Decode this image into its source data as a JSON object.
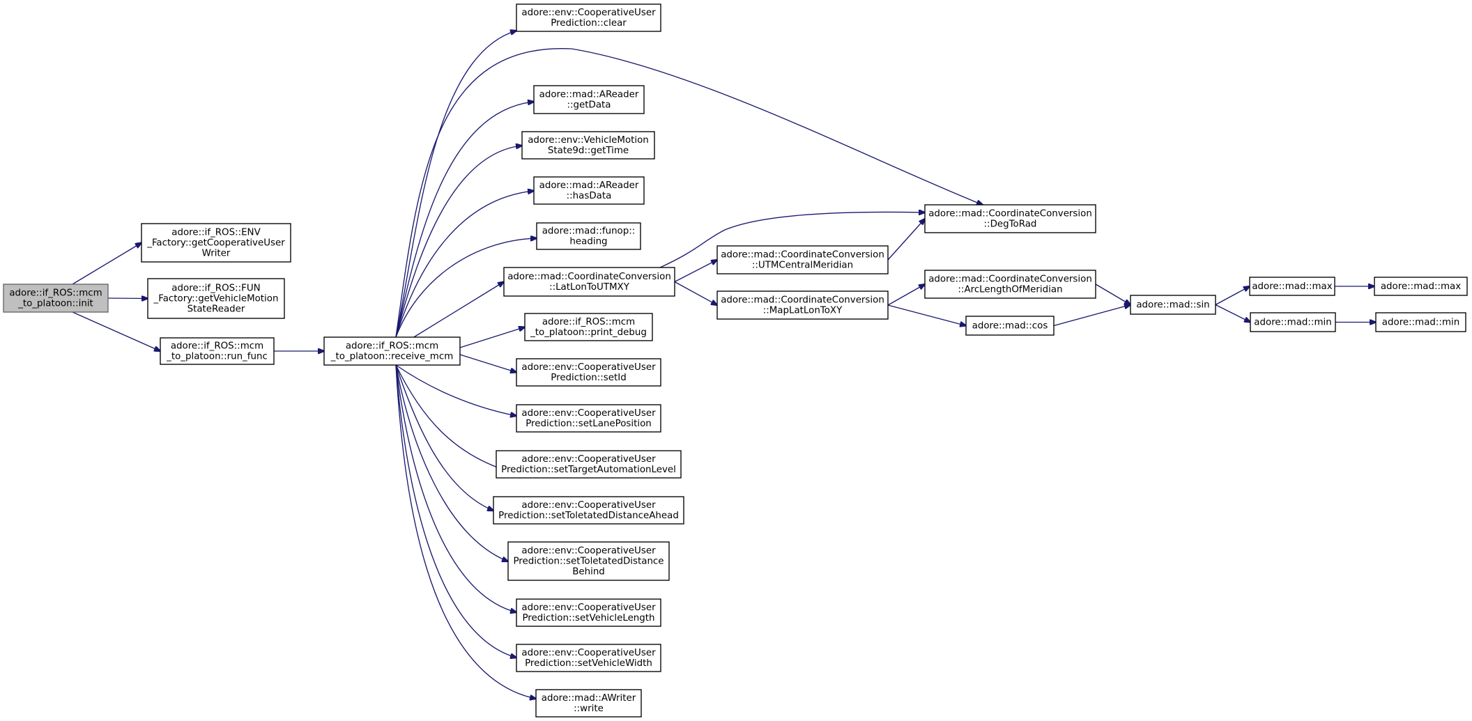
{
  "nodes": [
    {
      "id": "init",
      "lines": [
        "adore::if_ROS::mcm",
        "_to_platoon::init"
      ],
      "root": true
    },
    {
      "id": "getCooperativeUserWriter",
      "lines": [
        "adore::if_ROS::ENV",
        "_Factory::getCooperativeUser",
        "Writer"
      ]
    },
    {
      "id": "getVehicleMotionStateReader",
      "lines": [
        "adore::if_ROS::FUN",
        "_Factory::getVehicleMotion",
        "StateReader"
      ]
    },
    {
      "id": "run_func",
      "lines": [
        "adore::if_ROS::mcm",
        "_to_platoon::run_func"
      ]
    },
    {
      "id": "receive_mcm",
      "lines": [
        "adore::if_ROS::mcm",
        "_to_platoon::receive_mcm"
      ]
    },
    {
      "id": "clear",
      "lines": [
        "adore::env::CooperativeUser",
        "Prediction::clear"
      ]
    },
    {
      "id": "getData",
      "lines": [
        "adore::mad::AReader",
        "::getData"
      ]
    },
    {
      "id": "getTime",
      "lines": [
        "adore::env::VehicleMotion",
        "State9d::getTime"
      ]
    },
    {
      "id": "hasData",
      "lines": [
        "adore::mad::AReader",
        "::hasData"
      ]
    },
    {
      "id": "heading",
      "lines": [
        "adore::mad::funop::",
        "heading"
      ]
    },
    {
      "id": "LatLonToUTMXY",
      "lines": [
        "adore::mad::CoordinateConversion",
        "::LatLonToUTMXY"
      ]
    },
    {
      "id": "print_debug",
      "lines": [
        "adore::if_ROS::mcm",
        "_to_platoon::print_debug"
      ]
    },
    {
      "id": "setId",
      "lines": [
        "adore::env::CooperativeUser",
        "Prediction::setId"
      ]
    },
    {
      "id": "setLanePosition",
      "lines": [
        "adore::env::CooperativeUser",
        "Prediction::setLanePosition"
      ]
    },
    {
      "id": "setTargetAutomationLevel",
      "lines": [
        "adore::env::CooperativeUser",
        "Prediction::setTargetAutomationLevel"
      ]
    },
    {
      "id": "setToletatedDistanceAhead",
      "lines": [
        "adore::env::CooperativeUser",
        "Prediction::setToletatedDistanceAhead"
      ]
    },
    {
      "id": "setToletatedDistanceBehind",
      "lines": [
        "adore::env::CooperativeUser",
        "Prediction::setToletatedDistance",
        "Behind"
      ]
    },
    {
      "id": "setVehicleLength",
      "lines": [
        "adore::env::CooperativeUser",
        "Prediction::setVehicleLength"
      ]
    },
    {
      "id": "setVehicleWidth",
      "lines": [
        "adore::env::CooperativeUser",
        "Prediction::setVehicleWidth"
      ]
    },
    {
      "id": "write",
      "lines": [
        "adore::mad::AWriter",
        "::write"
      ]
    },
    {
      "id": "DegToRad",
      "lines": [
        "adore::mad::CoordinateConversion",
        "::DegToRad"
      ]
    },
    {
      "id": "UTMCentralMeridian",
      "lines": [
        "adore::mad::CoordinateConversion",
        "::UTMCentralMeridian"
      ]
    },
    {
      "id": "MapLatLonToXY",
      "lines": [
        "adore::mad::CoordinateConversion",
        "::MapLatLonToXY"
      ]
    },
    {
      "id": "ArcLengthOfMeridian",
      "lines": [
        "adore::mad::CoordinateConversion",
        "::ArcLengthOfMeridian"
      ]
    },
    {
      "id": "cos",
      "lines": [
        "adore::mad::cos"
      ]
    },
    {
      "id": "sin",
      "lines": [
        "adore::mad::sin"
      ]
    },
    {
      "id": "max1",
      "lines": [
        "adore::mad::max"
      ]
    },
    {
      "id": "max2",
      "lines": [
        "adore::mad::max"
      ]
    },
    {
      "id": "min1",
      "lines": [
        "adore::mad::min"
      ]
    },
    {
      "id": "min2",
      "lines": [
        "adore::mad::min"
      ]
    }
  ],
  "edges": [
    [
      "init",
      "getCooperativeUserWriter"
    ],
    [
      "init",
      "getVehicleMotionStateReader"
    ],
    [
      "init",
      "run_func"
    ],
    [
      "run_func",
      "receive_mcm"
    ],
    [
      "receive_mcm",
      "clear"
    ],
    [
      "receive_mcm",
      "DegToRad"
    ],
    [
      "receive_mcm",
      "getData"
    ],
    [
      "receive_mcm",
      "getTime"
    ],
    [
      "receive_mcm",
      "hasData"
    ],
    [
      "receive_mcm",
      "heading"
    ],
    [
      "receive_mcm",
      "LatLonToUTMXY"
    ],
    [
      "receive_mcm",
      "print_debug"
    ],
    [
      "receive_mcm",
      "setId"
    ],
    [
      "receive_mcm",
      "setLanePosition"
    ],
    [
      "receive_mcm",
      "setTargetAutomationLevel"
    ],
    [
      "receive_mcm",
      "setToletatedDistanceAhead"
    ],
    [
      "receive_mcm",
      "setToletatedDistanceBehind"
    ],
    [
      "receive_mcm",
      "setVehicleLength"
    ],
    [
      "receive_mcm",
      "setVehicleWidth"
    ],
    [
      "receive_mcm",
      "write"
    ],
    [
      "LatLonToUTMXY",
      "DegToRad"
    ],
    [
      "LatLonToUTMXY",
      "UTMCentralMeridian"
    ],
    [
      "LatLonToUTMXY",
      "MapLatLonToXY"
    ],
    [
      "UTMCentralMeridian",
      "DegToRad"
    ],
    [
      "MapLatLonToXY",
      "ArcLengthOfMeridian"
    ],
    [
      "MapLatLonToXY",
      "cos"
    ],
    [
      "ArcLengthOfMeridian",
      "sin"
    ],
    [
      "cos",
      "sin"
    ],
    [
      "sin",
      "max1"
    ],
    [
      "sin",
      "min1"
    ],
    [
      "max1",
      "max2"
    ],
    [
      "min1",
      "min2"
    ]
  ],
  "colors": {
    "edge": "#191970",
    "root_fill": "#bfbfbf",
    "root_stroke": "#666666"
  }
}
